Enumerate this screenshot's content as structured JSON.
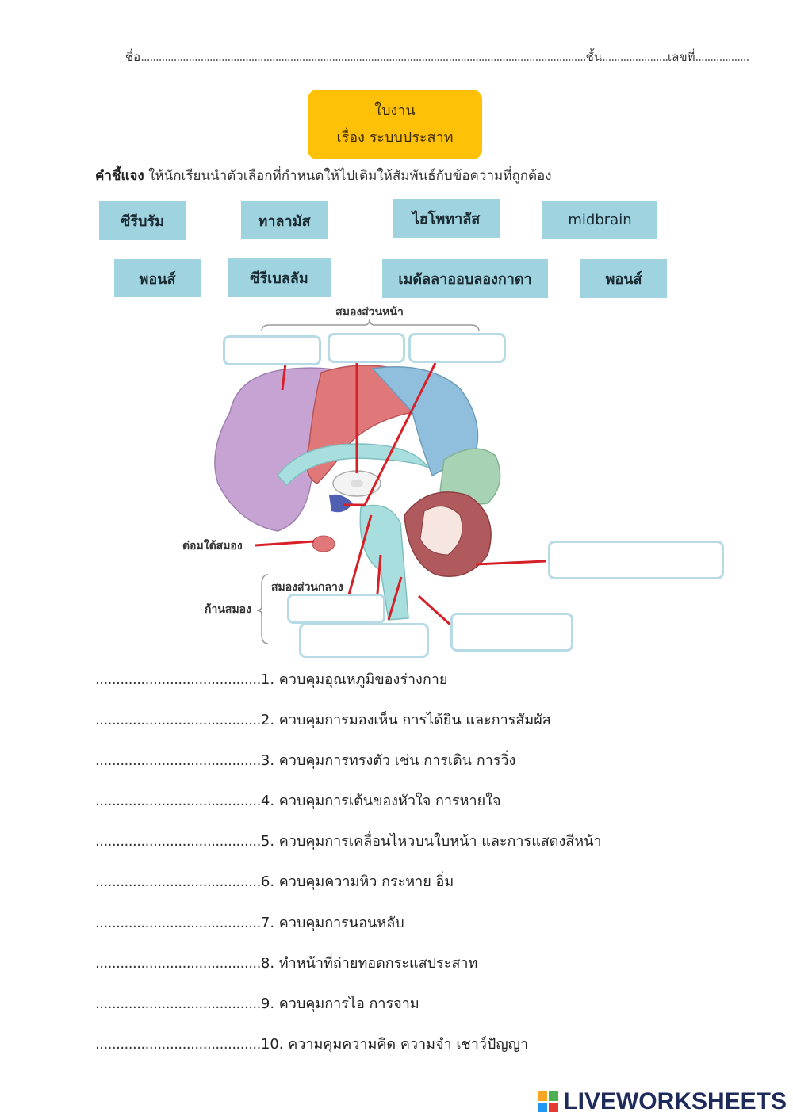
{
  "header": {
    "name_label": "ชื่อ",
    "class_label": "ชั้น",
    "number_label": "เลขที่"
  },
  "title": {
    "line1": "ใบงาน",
    "line2": "เรื่อง ระบบประสาท"
  },
  "instruction": {
    "bold": "คำชี้แจง",
    "text": "ให้นักเรียนนำตัวเลือกที่กำหนดให้ไปเติมให้สัมพันธ์กับข้อความที่ถูกต้อง"
  },
  "options": {
    "o1": "ซีรีบรัม",
    "o2": "ทาลามัส",
    "o3": "ไฮโพทาลัส",
    "o4": "midbrain",
    "o5": "พอนส์",
    "o6": "ซีรีเบลลัม",
    "o7": "เมดัลลาออบลองกาตา",
    "o8": "พอนส์"
  },
  "diagram": {
    "forebrain_label": "สมองส่วนหน้า",
    "pituitary_label": "ต่อมใต้สมอง",
    "midbrain_label": "สมองส่วนกลาง",
    "brainstem_label": "ก้านสมอง",
    "colors": {
      "frontal": "#c7a3d4",
      "parietal_red": "#e0787a",
      "parietal_blue": "#8fbfdc",
      "occipital": "#a7d2b3",
      "cerebellum": "#b05a5e",
      "stem": "#a8dede",
      "line": "#d61f26"
    }
  },
  "questions": {
    "dots": "........................................",
    "q1": "1. ควบคุมอุณหภูมิของร่างกาย",
    "q2": "2. ควบคุมการมองเห็น การได้ยิน และการสัมผัส",
    "q3": "3. ควบคุมการทรงตัว เช่น การเดิน การวิ่ง",
    "q4": "4. ควบคุมการเต้นของหัวใจ การหายใจ",
    "q5": "5. ควบคุมการเคลื่อนไหวบนใบหน้า และการแสดงสีหน้า",
    "q6": "6. ควบคุมความหิว กระหาย อิ่ม",
    "q7": "7. ควบคุมการนอนหลับ",
    "q8": "8. ทำหน้าที่ถ่ายทอดกระแสประสาท",
    "q9": "9. ควบคุมการไอ การจาม",
    "q10": "10. ความคุมความคิด ความจำ เชาว์ปัญญา"
  },
  "brand": {
    "text": "LIVEWORKSHEETS"
  }
}
